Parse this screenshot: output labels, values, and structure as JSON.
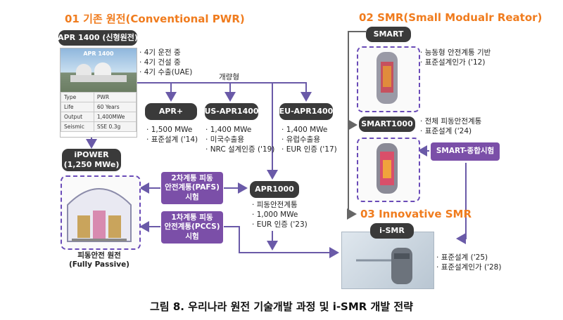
{
  "section1": {
    "title": "01 기존 원전(Conventional PWR)",
    "apr1400_box": "APR 1400 (신형원전)",
    "photo_label": "APR 1400",
    "spec": [
      {
        "k": "Type",
        "v": "PWR"
      },
      {
        "k": "Life",
        "v": "60 Years"
      },
      {
        "k": "Output",
        "v": "1,400MWe"
      },
      {
        "k": "Seismic",
        "v": "SSE 0.3g"
      }
    ],
    "apr1400_notes": [
      "4기 운전 중",
      "4기 건설 중",
      "4기 수출(UAE)"
    ],
    "improved_label": "개량형",
    "apr_plus": {
      "name": "APR+",
      "notes": [
        "1,500 MWe",
        "표준설계 ('14)"
      ]
    },
    "us_apr1400": {
      "name": "US-APR1400",
      "notes": [
        "1,400 MWe",
        "미국수출용",
        "NRC 설계인증 ('19)"
      ]
    },
    "eu_apr1400": {
      "name": "EU-APR1400",
      "notes": [
        "1,400 MWe",
        "유럽수출용",
        "EUR 인증 ('17)"
      ]
    },
    "ipower": {
      "name_line1": "iPOWER",
      "name_line2": "(1,250 MWe)",
      "caption_line1": "피동안전 원전",
      "caption_line2": "(Fully Passive)"
    },
    "pafs": {
      "line1": "2차계통 피동",
      "line2": "안전계통(PAFS)",
      "line3": "시험"
    },
    "pccs": {
      "line1": "1차계통 피동",
      "line2": "안전계통(PCCS)",
      "line3": "시험"
    },
    "apr1000": {
      "name": "APR1000",
      "notes": [
        "피동안전계통",
        "1,000 MWe",
        "EUR 인증 ('23)"
      ]
    }
  },
  "section2": {
    "title": "02 SMR(Small Modualr Reator)",
    "smart": {
      "name": "SMART",
      "notes": [
        "능동형 안전계통 기반",
        "표준설계인가 ('12)"
      ]
    },
    "smart1000": {
      "name": "SMART1000",
      "notes": [
        "전체 피동안전계통",
        "표준설계 ('24)"
      ]
    },
    "smart_test": "SMART-종합시험"
  },
  "section3": {
    "title": "03 Innovative SMR",
    "ismr": {
      "name": "i-SMR",
      "notes": [
        "표준설계 ('25)",
        "표준설계인가 ('28)"
      ]
    }
  },
  "caption": "그림 8. 우리나라 원전 기술개발 과정 및 i-SMR 개발 전략",
  "colors": {
    "orange": "#f07c1e",
    "dark_box": "#3a3a3a",
    "purple": "#7b4fa8",
    "dashed": "#6a4bb8",
    "arrow": "#6a5aa8"
  }
}
